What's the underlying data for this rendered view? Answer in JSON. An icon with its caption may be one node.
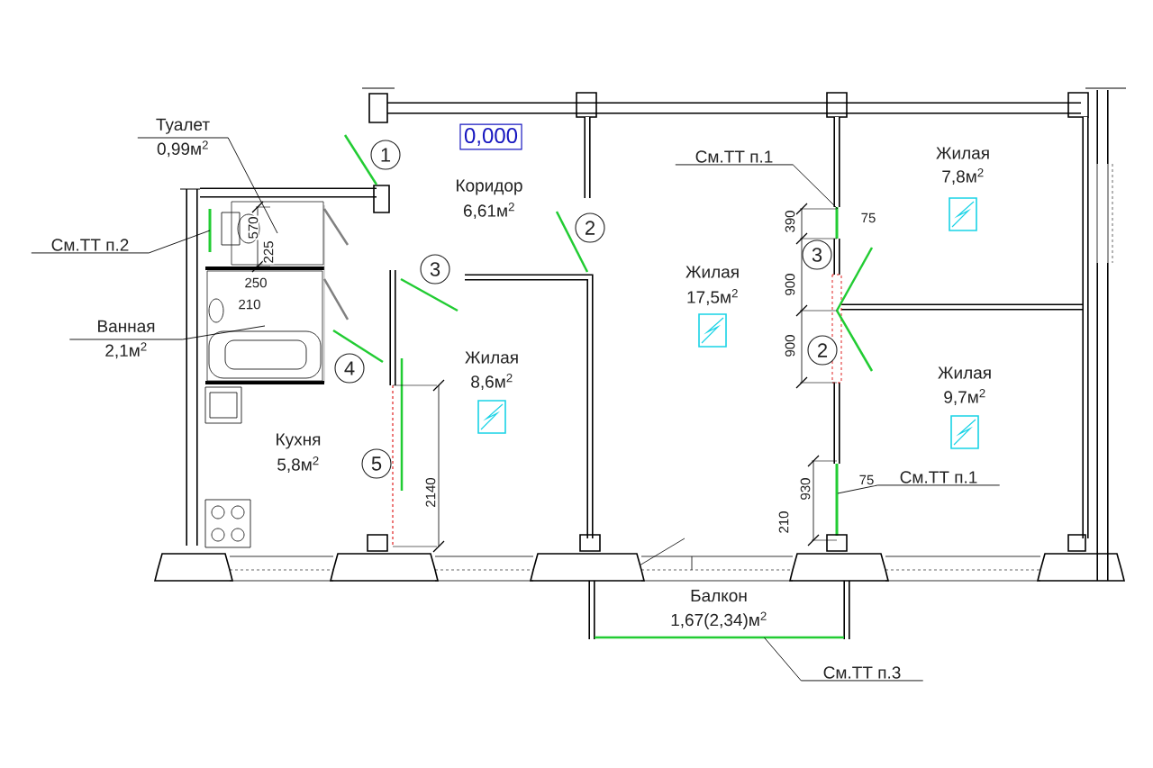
{
  "diagram": {
    "nodes": [
      {
        "text": [
          "Туалет",
          "0,99м$^{2}$"
        ]
      },
      {
        "text": [],
        "shape": "box"
      },
      {
        "text": [
          "Ванная",
          "2,1м$^{2}$"
        ]
      },
      {
        "text": [],
        "shape": "box"
      },
      {
        "text": [
          "См.ТТ п.2"
        ]
      },
      {
        "text": [
          "См.ТТ п.1"
        ]
      },
      {
        "text": [
          "См.ТТ п.1"
        ]
      },
      {
        "text": [
          "Балкон",
          "1,67(2,34)м$^{2}$"
        ]
      },
      {
        "text": [
          "См.ТТ п.3"
        ]
      }
    ],
    "edges": [
      {
        "from": 0,
        "to": 1,
        "arrow": "none"
      },
      {
        "from": 2,
        "to": 3,
        "arrow": "none"
      },
      {
        "from": 4,
        "to": null,
        "arrow": "none"
      },
      {
        "from": 5,
        "to": null,
        "arrow": "none"
      },
      {
        "from": 6,
        "to": null,
        "arrow": "none"
      },
      {
        "from": 8,
        "to": 7,
        "arrow": "none"
      }
    ],
    "labels": [
      "0,000",
      "1",
      "Коридор",
      "6,61м$^{2}$",
      "2",
      "Жилая",
      "7,8м$^{2}$",
      "570",
      "225",
      "390",
      "75",
      "3",
      "Жилая",
      "17,5м$^{2}$",
      "3",
      "900",
      "250",
      "210",
      "900",
      "2",
      "4",
      "Жилая",
      "8,6м$^{2}$",
      "Жилая",
      "9,7м$^{2}$",
      "Кухня",
      "5,8м$^{2}$",
      "5",
      "2140",
      "930",
      "75",
      "210"
    ]
  }
}
